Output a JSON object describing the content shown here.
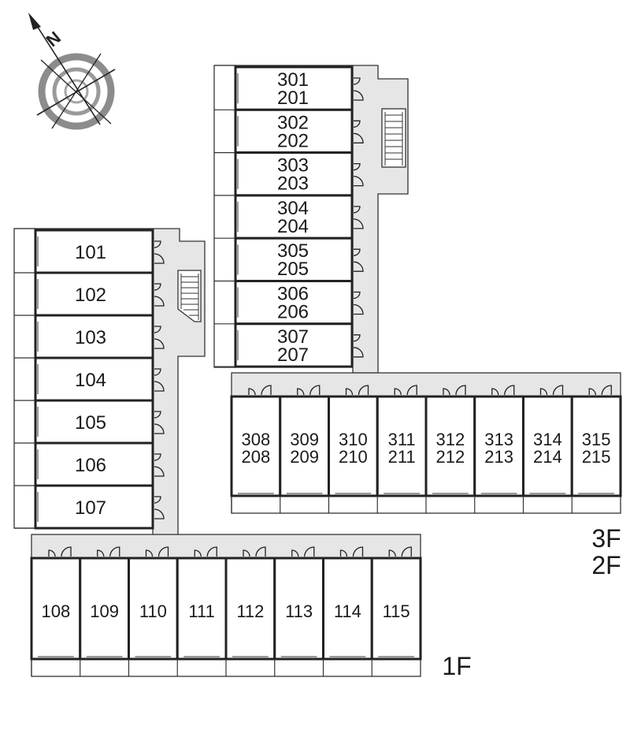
{
  "compass": {
    "north_label": "N"
  },
  "floors": {
    "first": "1F",
    "upper": [
      "3F",
      "2F"
    ]
  },
  "building_ground": {
    "west_wing_units": [
      "101",
      "102",
      "103",
      "104",
      "105",
      "106",
      "107"
    ],
    "south_wing_units": [
      "108",
      "109",
      "110",
      "111",
      "112",
      "113",
      "114",
      "115"
    ]
  },
  "building_upper": {
    "north_wing_units": [
      {
        "top": "301",
        "bottom": "201"
      },
      {
        "top": "302",
        "bottom": "202"
      },
      {
        "top": "303",
        "bottom": "203"
      },
      {
        "top": "304",
        "bottom": "204"
      },
      {
        "top": "305",
        "bottom": "205"
      },
      {
        "top": "306",
        "bottom": "206"
      },
      {
        "top": "307",
        "bottom": "207"
      }
    ],
    "east_wing_units": [
      {
        "top": "308",
        "bottom": "208"
      },
      {
        "top": "309",
        "bottom": "209"
      },
      {
        "top": "310",
        "bottom": "210"
      },
      {
        "top": "311",
        "bottom": "211"
      },
      {
        "top": "312",
        "bottom": "212"
      },
      {
        "top": "313",
        "bottom": "213"
      },
      {
        "top": "314",
        "bottom": "214"
      },
      {
        "top": "315",
        "bottom": "215"
      }
    ]
  },
  "colors": {
    "wall": "#222222",
    "corridor": "#e6e6e6",
    "compass_ring": "#8c8c8c"
  }
}
